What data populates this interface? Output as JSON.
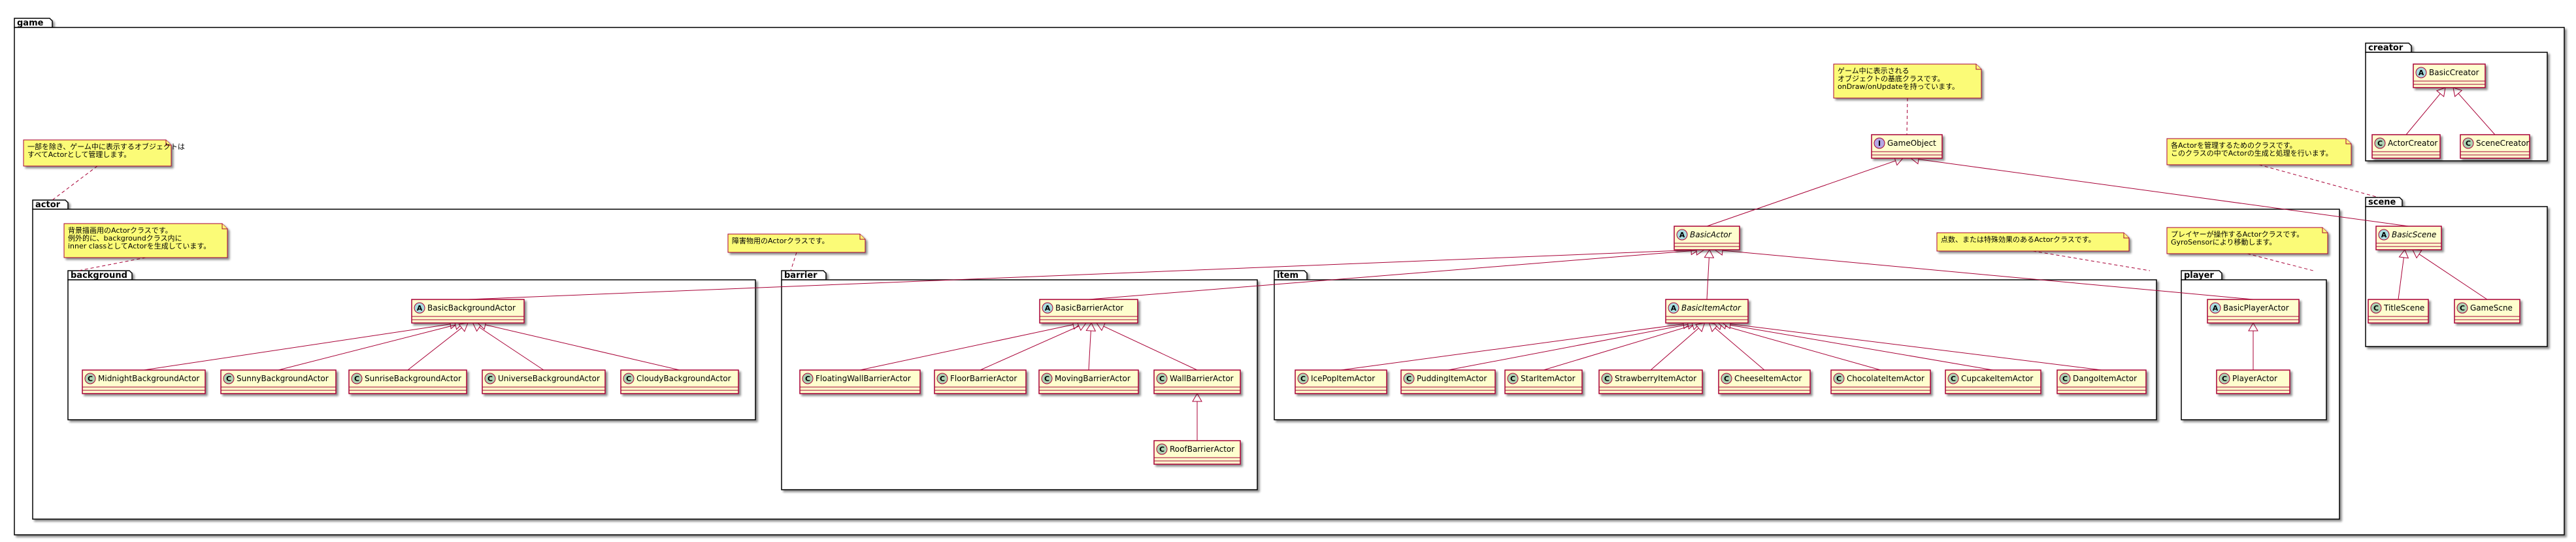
{
  "packages": {
    "game": "game",
    "creator": "creator",
    "actor": "actor",
    "scene": "scene",
    "background": "background",
    "barrier": "barrier",
    "item": "item",
    "player": "player"
  },
  "classes": {
    "game_object": {
      "name": "GameObject",
      "stereotype": "I",
      "abstract": false
    },
    "basic_creator": {
      "name": "BasicCreator",
      "stereotype": "A",
      "abstract": false
    },
    "actor_creator": {
      "name": "ActorCreator",
      "stereotype": "C",
      "abstract": false
    },
    "scene_creator": {
      "name": "SceneCreator",
      "stereotype": "C",
      "abstract": false
    },
    "basic_actor": {
      "name": "BasicActor",
      "stereotype": "A",
      "abstract": true
    },
    "basic_scene": {
      "name": "BasicScene",
      "stereotype": "A",
      "abstract": true
    },
    "title_scene": {
      "name": "TitleScene",
      "stereotype": "C",
      "abstract": false
    },
    "game_scene": {
      "name": "GameScne",
      "stereotype": "C",
      "abstract": false
    },
    "basic_background_actor": {
      "name": "BasicBackgroundActor",
      "stereotype": "A",
      "abstract": false
    },
    "midnight_background_actor": {
      "name": "MidnightBackgroundActor",
      "stereotype": "C",
      "abstract": false
    },
    "sunny_background_actor": {
      "name": "SunnyBackgroundActor",
      "stereotype": "C",
      "abstract": false
    },
    "sunrise_background_actor": {
      "name": "SunriseBackgroundActor",
      "stereotype": "C",
      "abstract": false
    },
    "universe_background_actor": {
      "name": "UniverseBackgroundActor",
      "stereotype": "C",
      "abstract": false
    },
    "cloudy_background_actor": {
      "name": "CloudyBackgroundActor",
      "stereotype": "C",
      "abstract": false
    },
    "basic_barrier_actor": {
      "name": "BasicBarrierActor",
      "stereotype": "A",
      "abstract": false
    },
    "floating_wall_barrier_actor": {
      "name": "FloatingWallBarrierActor",
      "stereotype": "C",
      "abstract": false
    },
    "floor_barrier_actor": {
      "name": "FloorBarrierActor",
      "stereotype": "C",
      "abstract": false
    },
    "moving_barrier_actor": {
      "name": "MovingBarrierActor",
      "stereotype": "C",
      "abstract": false
    },
    "wall_barrier_actor": {
      "name": "WallBarrierActor",
      "stereotype": "C",
      "abstract": false
    },
    "roof_barrier_actor": {
      "name": "RoofBarrierActor",
      "stereotype": "C",
      "abstract": false
    },
    "basic_item_actor": {
      "name": "BasicItemActor",
      "stereotype": "A",
      "abstract": true
    },
    "ice_pop_item_actor": {
      "name": "IcePopItemActor",
      "stereotype": "C",
      "abstract": false
    },
    "pudding_item_actor": {
      "name": "PuddingItemActor",
      "stereotype": "C",
      "abstract": false
    },
    "star_item_actor": {
      "name": "StarItemActor",
      "stereotype": "C",
      "abstract": false
    },
    "strawberry_item_actor": {
      "name": "StrawberryItemActor",
      "stereotype": "C",
      "abstract": false
    },
    "cheese_item_actor": {
      "name": "CheeseItemActor",
      "stereotype": "C",
      "abstract": false
    },
    "chocolate_item_actor": {
      "name": "ChocolateItemActor",
      "stereotype": "C",
      "abstract": false
    },
    "cupcake_item_actor": {
      "name": "CupcakeItemActor",
      "stereotype": "C",
      "abstract": false
    },
    "dango_item_actor": {
      "name": "DangoItemActor",
      "stereotype": "C",
      "abstract": false
    },
    "basic_player_actor": {
      "name": "BasicPlayerActor",
      "stereotype": "A",
      "abstract": false
    },
    "player_actor": {
      "name": "PlayerActor",
      "stereotype": "C",
      "abstract": false
    }
  },
  "stereotype_colors": {
    "A": "#A9DCDF",
    "C": "#ADD1B2",
    "I": "#B4A7E5"
  },
  "colors": {
    "class_fill": "#FEFECE",
    "class_border": "#A80036",
    "note_fill": "#FBFB77",
    "line": "#A80036"
  },
  "notes": {
    "game_object": [
      "ゲーム中に表示される",
      "オブジェクトの基底クラスです。",
      "onDraw/onUpdateを持っています。"
    ],
    "actor": [
      "一部を除き、ゲーム中に表示するオブジェクトは",
      "すべてActorとして管理します。"
    ],
    "scene": [
      "各Actorを管理するためのクラスです。",
      "このクラスの中でActorの生成と処理を行います。"
    ],
    "background": [
      "背景描画用のActorクラスです。",
      "例外的に、backgroundクラス内に",
      "inner classとしてActorを生成しています。"
    ],
    "barrier": [
      "障害物用のActorクラスです。"
    ],
    "item": [
      "点数、または特殊効果のあるActorクラスです。"
    ],
    "player": [
      "プレイヤーが操作するActorクラスです。",
      "GyroSensorにより移動します。"
    ]
  }
}
